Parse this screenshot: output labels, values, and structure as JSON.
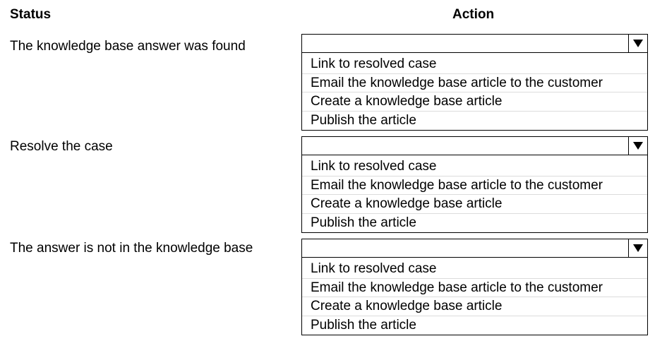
{
  "headers": {
    "status": "Status",
    "action": "Action"
  },
  "rows": [
    {
      "status": "The knowledge base answer was found",
      "selected": "",
      "options": [
        "Link to resolved case",
        "Email the knowledge base article to the customer",
        "Create a knowledge base article",
        "Publish the article"
      ]
    },
    {
      "status": "Resolve the case",
      "selected": "",
      "options": [
        "Link to resolved case",
        "Email the knowledge base article to the customer",
        "Create a knowledge base article",
        "Publish the article"
      ]
    },
    {
      "status": "The answer is not in the knowledge base",
      "selected": "",
      "options": [
        "Link to resolved case",
        "Email the knowledge base article to the customer",
        "Create a knowledge base article",
        "Publish the article"
      ]
    }
  ],
  "icons": {
    "dropdown_arrow": "triangle-down-icon"
  }
}
